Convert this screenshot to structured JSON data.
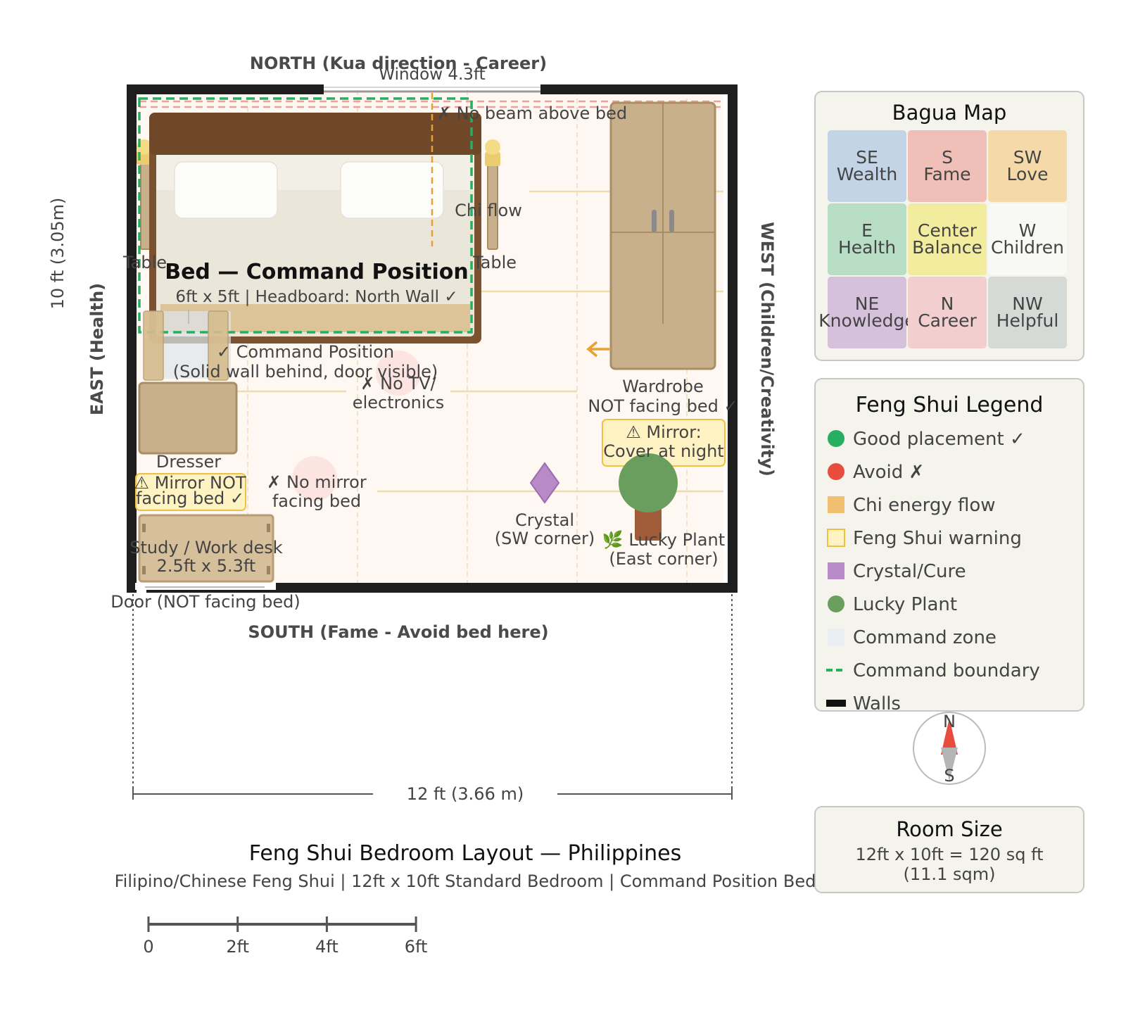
{
  "directions": {
    "north": "NORTH (Kua direction - Career)",
    "south": "SOUTH (Fame - Avoid bed here)",
    "east": "EAST (Health)",
    "west": "WEST (Children/Creativity)"
  },
  "dimensions": {
    "height": "10 ft (3.05m)",
    "width": "12 ft (3.66 m)"
  },
  "room": {
    "window": "Window 4.3ft",
    "no_beam": "✗ No beam above bed",
    "chi_flow": "Chi flow",
    "table_left": "Table",
    "table_right": "Table",
    "bed_title": "Bed — Command Position",
    "bed_sub": "6ft x 5ft | Headboard: North Wall ✓",
    "command_line1": "✓ Command Position",
    "command_line2": "(Solid wall behind, door visible)",
    "no_tv_1": "✗ No TV/",
    "no_tv_2": "electronics",
    "wardrobe_1": "Wardrobe",
    "wardrobe_2": "NOT facing bed ✓",
    "mirror_warn_1": "⚠ Mirror:",
    "mirror_warn_2": "Cover at night",
    "dresser": "Dresser",
    "dresser_warn_1": "⚠ Mirror NOT",
    "dresser_warn_2": "facing bed ✓",
    "no_mirror_1": "✗ No mirror",
    "no_mirror_2": "facing bed",
    "crystal_1": "Crystal",
    "crystal_2": "(SW corner)",
    "plant_1": "🌿 Lucky Plant",
    "plant_2": "(East corner)",
    "desk_1": "Study / Work desk",
    "desk_2": "2.5ft x 5.3ft",
    "door": "Door (NOT facing bed)"
  },
  "bagua": {
    "title": "Bagua Map",
    "cells": [
      {
        "dir": "SE",
        "area": "Wealth",
        "color": "#c3d4e6"
      },
      {
        "dir": "S",
        "area": "Fame",
        "color": "#f0c0b8"
      },
      {
        "dir": "SW",
        "area": "Love",
        "color": "#f5d9a8"
      },
      {
        "dir": "E",
        "area": "Health",
        "color": "#b8dfc6"
      },
      {
        "dir": "Center",
        "area": "Balance",
        "color": "#f2ec9e"
      },
      {
        "dir": "W",
        "area": "Children",
        "color": "#f8f8f4"
      },
      {
        "dir": "NE",
        "area": "Knowledge",
        "color": "#d6c1dc"
      },
      {
        "dir": "N",
        "area": "Career",
        "color": "#f2cece"
      },
      {
        "dir": "NW",
        "area": "Helpful",
        "color": "#d6dad6"
      }
    ]
  },
  "legend": {
    "title": "Feng Shui Legend",
    "items": [
      {
        "label": "Good placement ✓",
        "color": "#27ae60",
        "shape": "circle"
      },
      {
        "label": "Avoid ✗",
        "color": "#e74c3c",
        "shape": "circle"
      },
      {
        "label": "Chi energy flow",
        "color": "#f0c070",
        "shape": "square"
      },
      {
        "label": "Feng Shui warning",
        "color": "#fff3c4",
        "shape": "square-outline"
      },
      {
        "label": "Crystal/Cure",
        "color": "#b88ac8",
        "shape": "square"
      },
      {
        "label": "Lucky Plant",
        "color": "#6a9e5e",
        "shape": "circle"
      },
      {
        "label": "Command zone",
        "color": "#e8eef2",
        "shape": "square"
      },
      {
        "label": "Command boundary",
        "color": "#27ae60",
        "shape": "dash"
      },
      {
        "label": "Walls",
        "color": "#111111",
        "shape": "bar"
      }
    ]
  },
  "compass": {
    "n": "N",
    "s": "S"
  },
  "room_size": {
    "title": "Room Size",
    "line1": "12ft x 10ft = 120 sq ft",
    "line2": "(11.1 sqm)"
  },
  "footer": {
    "title": "Feng Shui Bedroom Layout — Philippines",
    "subtitle": "Filipino/Chinese Feng Shui | 12ft x 10ft Standard Bedroom | Command Position Bed"
  },
  "scale": {
    "ticks": [
      "0",
      "2ft",
      "4ft",
      "6ft"
    ]
  }
}
